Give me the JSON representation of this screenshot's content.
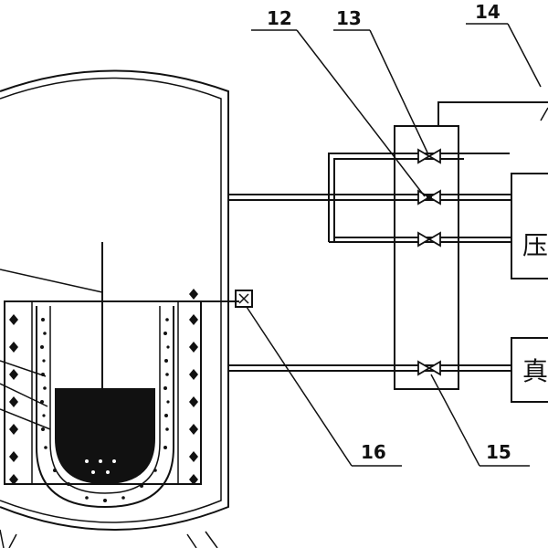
{
  "labels": {
    "l12": "12",
    "l13": "13",
    "l14": "14",
    "l15": "15",
    "l16": "16"
  },
  "boxes": {
    "pressure_char": "压",
    "vacuum_char": "真"
  },
  "colors": {
    "ink": "#111111",
    "paper": "#ffffff"
  }
}
